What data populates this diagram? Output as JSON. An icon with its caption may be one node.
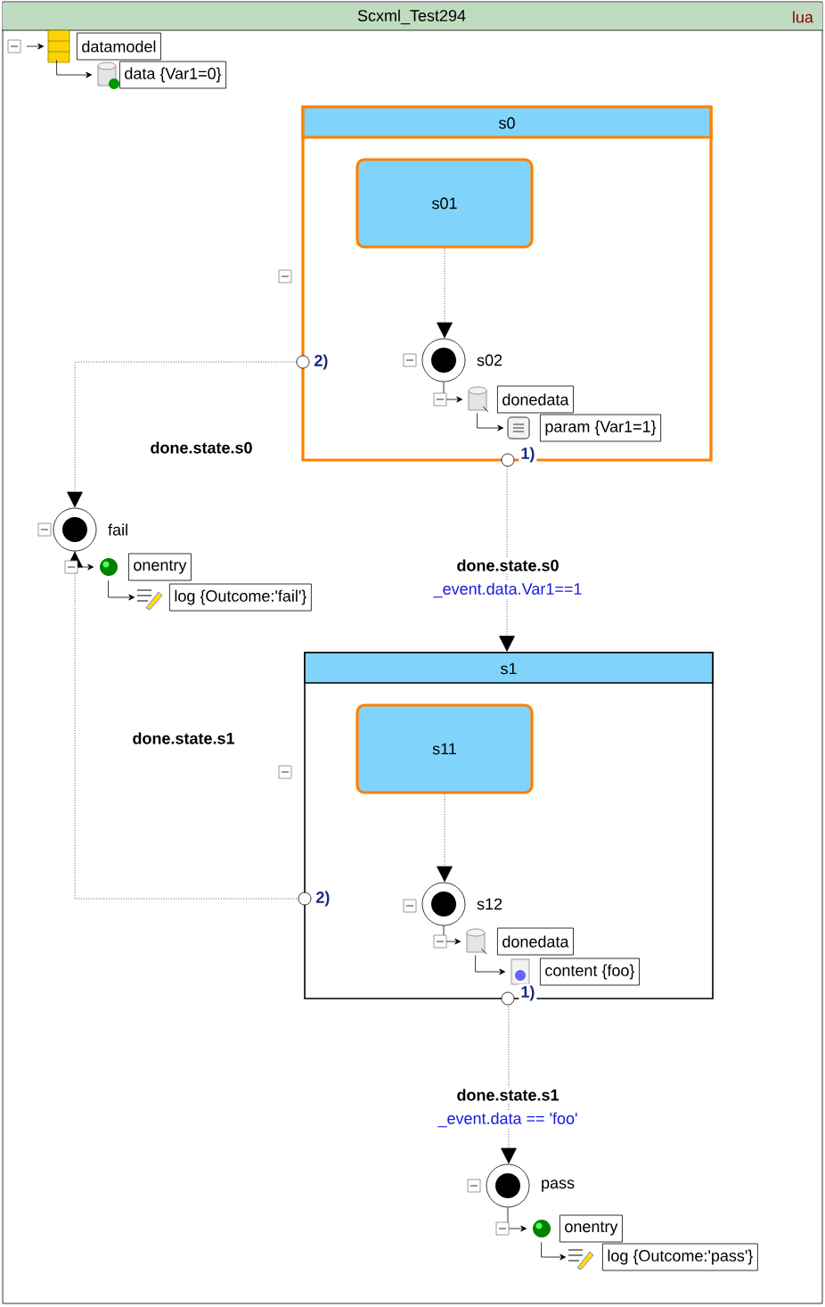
{
  "diagram": {
    "nodes": [
      {
        "text": [
          "Scxml_Test294",
          "lua"
        ]
      },
      {
        "text": [
          "datamodel"
        ],
        "in": 0
      },
      {
        "text": [
          "data {Var1=0}"
        ],
        "in": 0
      },
      {
        "text": [
          "s0"
        ],
        "in": 0
      },
      {
        "text": [
          "s01"
        ],
        "in": 3
      },
      {
        "text": [
          "s02"
        ],
        "in": 3
      },
      {
        "text": [
          "donedata"
        ],
        "in": 3
      },
      {
        "text": [
          "param {Var1=1}"
        ],
        "in": 3
      },
      {
        "text": [
          "fail"
        ],
        "in": 0
      },
      {
        "text": [
          "onentry"
        ],
        "in": 0
      },
      {
        "text": [
          "log {Outcome:'fail'}"
        ],
        "in": 0
      },
      {
        "text": [
          "s1"
        ],
        "in": 0
      },
      {
        "text": [
          "s11"
        ],
        "in": 11
      },
      {
        "text": [
          "s12"
        ],
        "in": 11
      },
      {
        "text": [
          "donedata"
        ],
        "in": 11
      },
      {
        "text": [
          "content {foo}"
        ],
        "in": 11
      },
      {
        "text": [
          "pass"
        ],
        "in": 0
      },
      {
        "text": [
          "onentry"
        ],
        "in": 0
      },
      {
        "text": [
          "log {Outcome:'pass'}"
        ],
        "in": 0
      }
    ],
    "edges": [
      {
        "from": 1,
        "to": 2,
        "arrow": "to"
      },
      {
        "from": 4,
        "to": 5,
        "arrow": "to",
        "style": "dashed"
      },
      {
        "from": 5,
        "to": 6,
        "arrow": "to"
      },
      {
        "from": 6,
        "to": 7,
        "arrow": "to"
      },
      {
        "from": 3,
        "to": 8,
        "arrow": "to",
        "style": "dashed",
        "label": "done.state.s0"
      },
      {
        "from": 8,
        "to": 9,
        "arrow": "to"
      },
      {
        "from": 9,
        "to": 10,
        "arrow": "to"
      },
      {
        "from": 3,
        "to": 11,
        "arrow": "to",
        "style": "dashed",
        "label": "done.state.s0"
      },
      {
        "from": 12,
        "to": 13,
        "arrow": "to",
        "style": "dashed"
      },
      {
        "from": 13,
        "to": 14,
        "arrow": "to"
      },
      {
        "from": 14,
        "to": 15,
        "arrow": "to"
      },
      {
        "from": 11,
        "to": 8,
        "arrow": "to",
        "style": "dashed",
        "label": "done.state.s1"
      },
      {
        "from": 11,
        "to": 16,
        "arrow": "to",
        "style": "dashed",
        "label": "done.state.s1"
      },
      {
        "from": 16,
        "to": 17,
        "arrow": "to"
      },
      {
        "from": 17,
        "to": 18,
        "arrow": "to"
      },
      {
        "from": null,
        "to": 1,
        "arrow": "to"
      }
    ],
    "labels": [
      "2)",
      "1)",
      "_event.data.Var1==1",
      "2)",
      "1)",
      "_event.data == 'foo'"
    ]
  }
}
